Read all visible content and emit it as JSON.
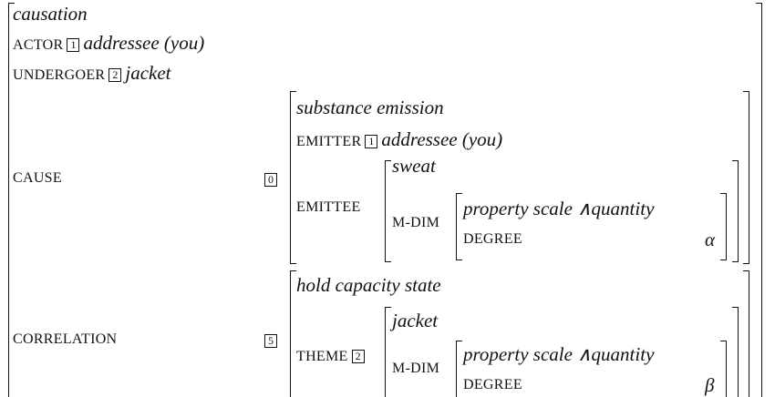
{
  "avm": {
    "type": "causation",
    "actor": {
      "label": "ACTOR",
      "tag": "1",
      "value": "addressee (you)"
    },
    "undergoer": {
      "label": "UNDERGOER",
      "tag": "2",
      "value": "jacket"
    },
    "cause": {
      "label": "CAUSE",
      "tag": "0",
      "type": "substance emission",
      "emitter": {
        "label": "EMITTER",
        "tag": "1",
        "value": "addressee (you)"
      },
      "emittee": {
        "label": "EMITTEE",
        "type": "sweat",
        "mdim": {
          "label": "M-DIM",
          "type": "property scale ∧quantity",
          "degree_label": "DEGREE",
          "degree_value": "α"
        }
      }
    },
    "correlation": {
      "label": "CORRELATION",
      "tag": "5",
      "type": "hold capacity state",
      "theme": {
        "label": "THEME",
        "tag": "2",
        "type": "jacket",
        "mdim": {
          "label": "M-DIM",
          "type": "property scale ∧quantity",
          "degree_label": "DEGREE",
          "degree_value": "β"
        }
      }
    }
  }
}
